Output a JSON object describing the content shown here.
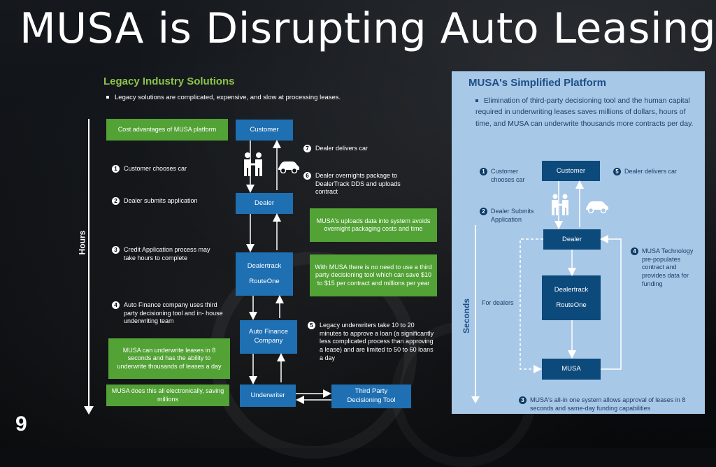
{
  "page_title": "MUSA is Disrupting Auto Leasing",
  "page_number": "9",
  "left": {
    "heading": "Legacy Industry Solutions",
    "subtitle": "Legacy solutions are complicated, expensive, and slow at processing  leases.",
    "axis_label": "Hours",
    "green_boxes": {
      "cost_advantages": "Cost advantages of MUSA platform",
      "uploads": "MUSA's uploads data into system avoids overnight packaging costs and time",
      "no_need": "With MUSA there is no need to use a  third party decisioning tool which can save $10 to $15 per contract and millions per year",
      "underwrite": "MUSA can underwrite leases in 8 seconds and has the ability to underwrite thousands of leases a day",
      "electronic": "MUSA does this all electronically, saving millions"
    },
    "blue_boxes": {
      "customer": "Customer",
      "dealer": "Dealer",
      "dealertrack": "Dealertrack",
      "routeone": "RouteOne",
      "auto_finance": "Auto Finance Company",
      "underwriter": "Underwriter",
      "third_party": "Third Party Decisioning Tool"
    },
    "steps": [
      {
        "num": "1",
        "text": "Customer chooses car"
      },
      {
        "num": "2",
        "text": "Dealer submits application"
      },
      {
        "num": "3",
        "text": "Credit Application process may take hours to complete"
      },
      {
        "num": "4",
        "text": "Auto Finance company uses third party decisioning tool and in-  house underwriting team"
      },
      {
        "num": "5",
        "text": "Legacy underwriters take 10 to 20 minutes to approve a loan (a significantly less complicated  process than approving a lease) and are limited to 50 to 60 loans a day"
      },
      {
        "num": "6",
        "text": "Dealer overnights package to DealerTrack DDS and uploads contract"
      },
      {
        "num": "7",
        "text": "Dealer delivers car"
      }
    ]
  },
  "right": {
    "heading": "MUSA's Simplified Platform",
    "subtitle": "Elimination of third-party decisioning tool and the  human capital required in underwriting leases saves millions of dollars, hours of time, and MUSA can underwrite thousands more contracts per day.",
    "axis_label": "Seconds",
    "for_dealers": "For dealers",
    "boxes": {
      "customer": "Customer",
      "dealer": "Dealer",
      "dealertrack": "Dealertrack",
      "routeone": "RouteOne",
      "musa": "MUSA"
    },
    "steps": [
      {
        "num": "1",
        "text": "Customer chooses car"
      },
      {
        "num": "2",
        "text": "Dealer Submits Application"
      },
      {
        "num": "3",
        "text": "MUSA's all-in one system allows approval of leases in 8 seconds and same-day funding capabilities"
      },
      {
        "num": "4",
        "text": "MUSA Technology pre-populates contract and provides data for funding"
      },
      {
        "num": "5",
        "text": "Dealer delivers car"
      }
    ]
  },
  "colors": {
    "green": "#52a235",
    "blue": "#1f6fb3",
    "navy": "#0d4a7c",
    "panel": "#a8c8e8",
    "heading_green": "#8cc34a"
  }
}
